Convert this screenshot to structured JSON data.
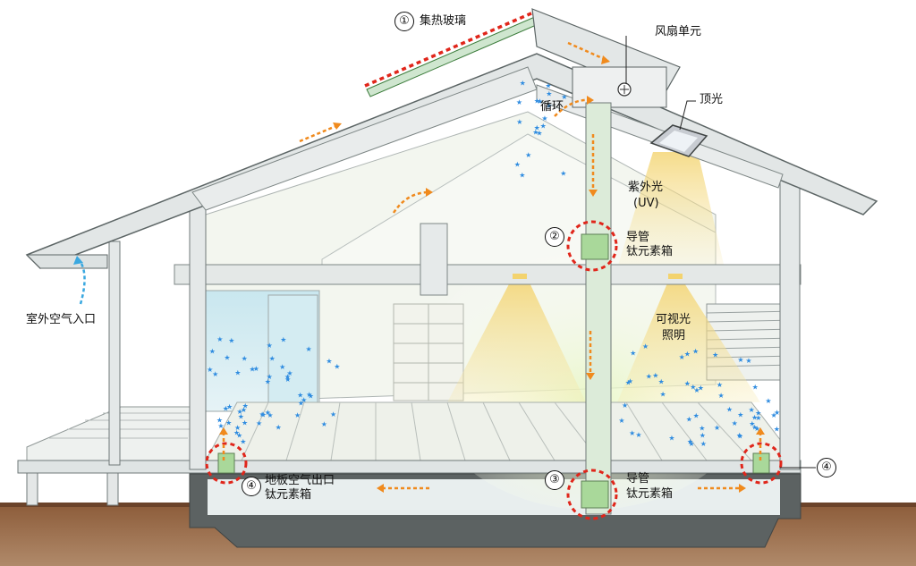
{
  "labels": {
    "solar_glass": "集热玻璃",
    "fan_unit": "风扇单元",
    "skylight": "顶光",
    "circulation": "循环",
    "uv_line1": "紫外光",
    "uv_line2": "(UV)",
    "duct_box_line1": "导管",
    "duct_box_line2": "钛元素箱",
    "outdoor_air_inlet": "室外空气入口",
    "visible_light_line1": "可视光",
    "visible_light_line2": "照明",
    "floor_outlet_line1": "地板空气出口",
    "floor_outlet_line2": "钛元素箱",
    "lower_duct_line1": "导管",
    "lower_duct_line2": "钛元素箱"
  },
  "markers": {
    "one": "①",
    "two": "②",
    "three": "③",
    "four_left": "④",
    "four_right": "④"
  },
  "colors": {
    "structure": "#dfe3e3",
    "outline": "#6f7878",
    "light_cone": "#f5d873",
    "airflow": "#f08a1d",
    "inlet_flow": "#3aa8e0",
    "dashed_circle": "#e0261b",
    "particles": "#2f8ce0",
    "ground": "#8a5a38",
    "box": "#a9d89a"
  }
}
